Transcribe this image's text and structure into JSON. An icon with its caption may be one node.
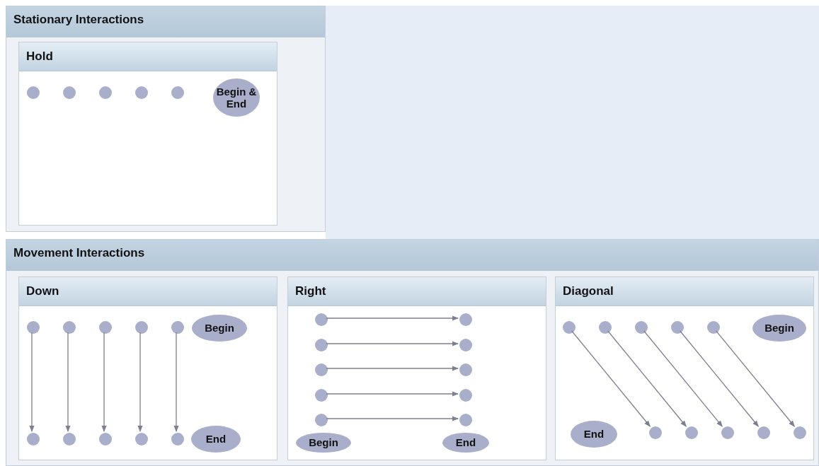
{
  "diagram": {
    "nodes": [
      {
        "text": [
          "Stationary Interactions"
        ]
      },
      {
        "text": [
          "Hold"
        ],
        "in": 0
      },
      {
        "text": [],
        "shape": "circle",
        "in": 1
      },
      {
        "text": [],
        "shape": "circle",
        "in": 1
      },
      {
        "text": [],
        "shape": "circle",
        "in": 1
      },
      {
        "text": [],
        "shape": "circle",
        "in": 1
      },
      {
        "text": [],
        "shape": "circle",
        "in": 1
      },
      {
        "text": [
          "Begin & End"
        ],
        "in": 1
      },
      {
        "text": [
          "Movement Interactions"
        ]
      },
      {
        "text": [
          "Down"
        ],
        "in": 8
      },
      {
        "text": [],
        "shape": "circle",
        "in": 9
      },
      {
        "text": [],
        "shape": "circle",
        "in": 9
      },
      {
        "text": [],
        "shape": "circle",
        "in": 9
      },
      {
        "text": [],
        "shape": "circle",
        "in": 9
      },
      {
        "text": [],
        "shape": "circle",
        "in": 9
      },
      {
        "text": [
          "Begin"
        ],
        "in": 9
      },
      {
        "text": [],
        "shape": "circle",
        "in": 9
      },
      {
        "text": [],
        "shape": "circle",
        "in": 9
      },
      {
        "text": [],
        "shape": "circle",
        "in": 9
      },
      {
        "text": [],
        "shape": "circle",
        "in": 9
      },
      {
        "text": [],
        "shape": "circle",
        "in": 9
      },
      {
        "text": [
          "End"
        ],
        "in": 9
      },
      {
        "text": [
          "Right"
        ],
        "in": 8
      },
      {
        "text": [],
        "shape": "circle",
        "in": 22
      },
      {
        "text": [],
        "shape": "circle",
        "in": 22
      },
      {
        "text": [],
        "shape": "circle",
        "in": 22
      },
      {
        "text": [],
        "shape": "circle",
        "in": 22
      },
      {
        "text": [],
        "shape": "circle",
        "in": 22
      },
      {
        "text": [],
        "shape": "circle",
        "in": 22
      },
      {
        "text": [],
        "shape": "circle",
        "in": 22
      },
      {
        "text": [],
        "shape": "circle",
        "in": 22
      },
      {
        "text": [],
        "shape": "circle",
        "in": 22
      },
      {
        "text": [],
        "shape": "circle",
        "in": 22
      },
      {
        "text": [
          "Begin"
        ],
        "in": 22
      },
      {
        "text": [
          "End"
        ],
        "in": 22
      },
      {
        "text": [
          "Diagonal"
        ],
        "in": 8
      },
      {
        "text": [],
        "shape": "circle",
        "in": 35
      },
      {
        "text": [],
        "shape": "circle",
        "in": 35
      },
      {
        "text": [],
        "shape": "circle",
        "in": 35
      },
      {
        "text": [],
        "shape": "circle",
        "in": 35
      },
      {
        "text": [],
        "shape": "circle",
        "in": 35
      },
      {
        "text": [
          "Begin"
        ],
        "in": 35
      },
      {
        "text": [
          "End"
        ],
        "in": 35
      },
      {
        "text": [],
        "shape": "circle",
        "in": 35
      },
      {
        "text": [],
        "shape": "circle",
        "in": 35
      },
      {
        "text": [],
        "shape": "circle",
        "in": 35
      },
      {
        "text": [],
        "shape": "circle",
        "in": 35
      },
      {
        "text": [],
        "shape": "circle",
        "in": 35
      }
    ],
    "edges": [
      {
        "from": 10,
        "to": 16,
        "arrow": "to"
      },
      {
        "from": 11,
        "to": 17,
        "arrow": "to"
      },
      {
        "from": 12,
        "to": 18,
        "arrow": "to"
      },
      {
        "from": 13,
        "to": 19,
        "arrow": "to"
      },
      {
        "from": 14,
        "to": 20,
        "arrow": "to"
      },
      {
        "from": 23,
        "to": 24,
        "arrow": "to"
      },
      {
        "from": 25,
        "to": 26,
        "arrow": "to"
      },
      {
        "from": 27,
        "to": 28,
        "arrow": "to"
      },
      {
        "from": 29,
        "to": 30,
        "arrow": "to"
      },
      {
        "from": 31,
        "to": 32,
        "arrow": "to"
      },
      {
        "from": 36,
        "to": 43,
        "arrow": "to"
      },
      {
        "from": 37,
        "to": 44,
        "arrow": "to"
      },
      {
        "from": 38,
        "to": 45,
        "arrow": "to"
      },
      {
        "from": 39,
        "to": 46,
        "arrow": "to"
      },
      {
        "from": 40,
        "to": 47,
        "arrow": "to"
      }
    ]
  }
}
